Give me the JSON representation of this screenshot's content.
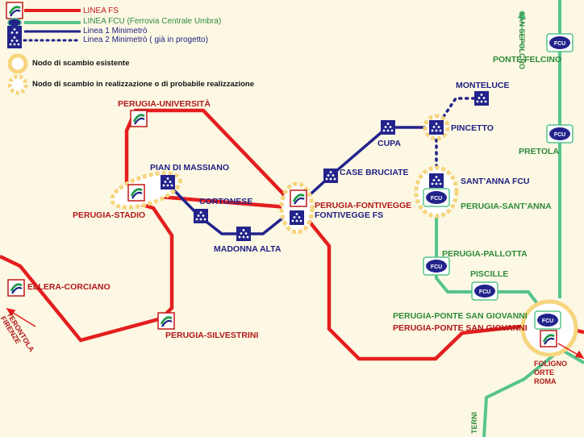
{
  "legend": {
    "fs": "LINEA FS",
    "fcu": "LINEA FCU (Ferrovia Centrale Umbra)",
    "m1": "Linea 1 Minimetrò",
    "m2": "Linea 2 Minimetrò ( già in progetto)",
    "node_existing": "Nodo di scambio esistente",
    "node_planned": "Nodo di scambio in realizzazione o di probabile realizzazione"
  },
  "stations": {
    "universita": "PERUGIA-UNIVERSITÀ",
    "pian_di_massiano": "PIAN DI MASSIANO",
    "stadio": "PERUGIA-STADIO",
    "cortonese": "CORTONESE",
    "madonna_alta": "MADONNA ALTA",
    "fontivegge": "PERUGIA-FONTIVEGGE",
    "fontivegge_fs": "FONTIVEGGE FS",
    "case_bruciate": "CASE BRUCIATE",
    "cupa": "CUPA",
    "monteluce": "MONTELUCE",
    "pincetto": "PINCETTO",
    "santanna_fcu": "SANT'ANNA FCU",
    "perugia_santanna": "PERUGIA-SANT'ANNA",
    "ponte_felcino": "PONTE FELCINO",
    "pretola": "PRETOLA",
    "pallotta": "PERUGIA-PALLOTTA",
    "piscille": "PISCILLE",
    "psg_fcu": "PERUGIA-PONTE SAN GIOVANNI",
    "psg_fs": "PERUGIA-PONTE SAN GIOVANNI",
    "ellera": "ELLERA-CORCIANO",
    "silvestrini": "PERUGIA-SILVESTRINI"
  },
  "directions": {
    "sansepolcro": "SAN SEPOLCRO",
    "terontola": "TERONTOLA FIRENZE",
    "foligno": "FOLIGNO",
    "orte": "ORTE",
    "roma": "ROMA",
    "terni": "TERNI"
  },
  "badge": "FCU",
  "colors": {
    "fs": "#e41e1e",
    "fcu": "#56c48c",
    "metro": "#23238c",
    "node": "#f6d57e",
    "background": "#fdf8e4"
  },
  "icons": [
    "fs-logo-icon",
    "fcu-badge-icon",
    "minimetro-icon"
  ]
}
